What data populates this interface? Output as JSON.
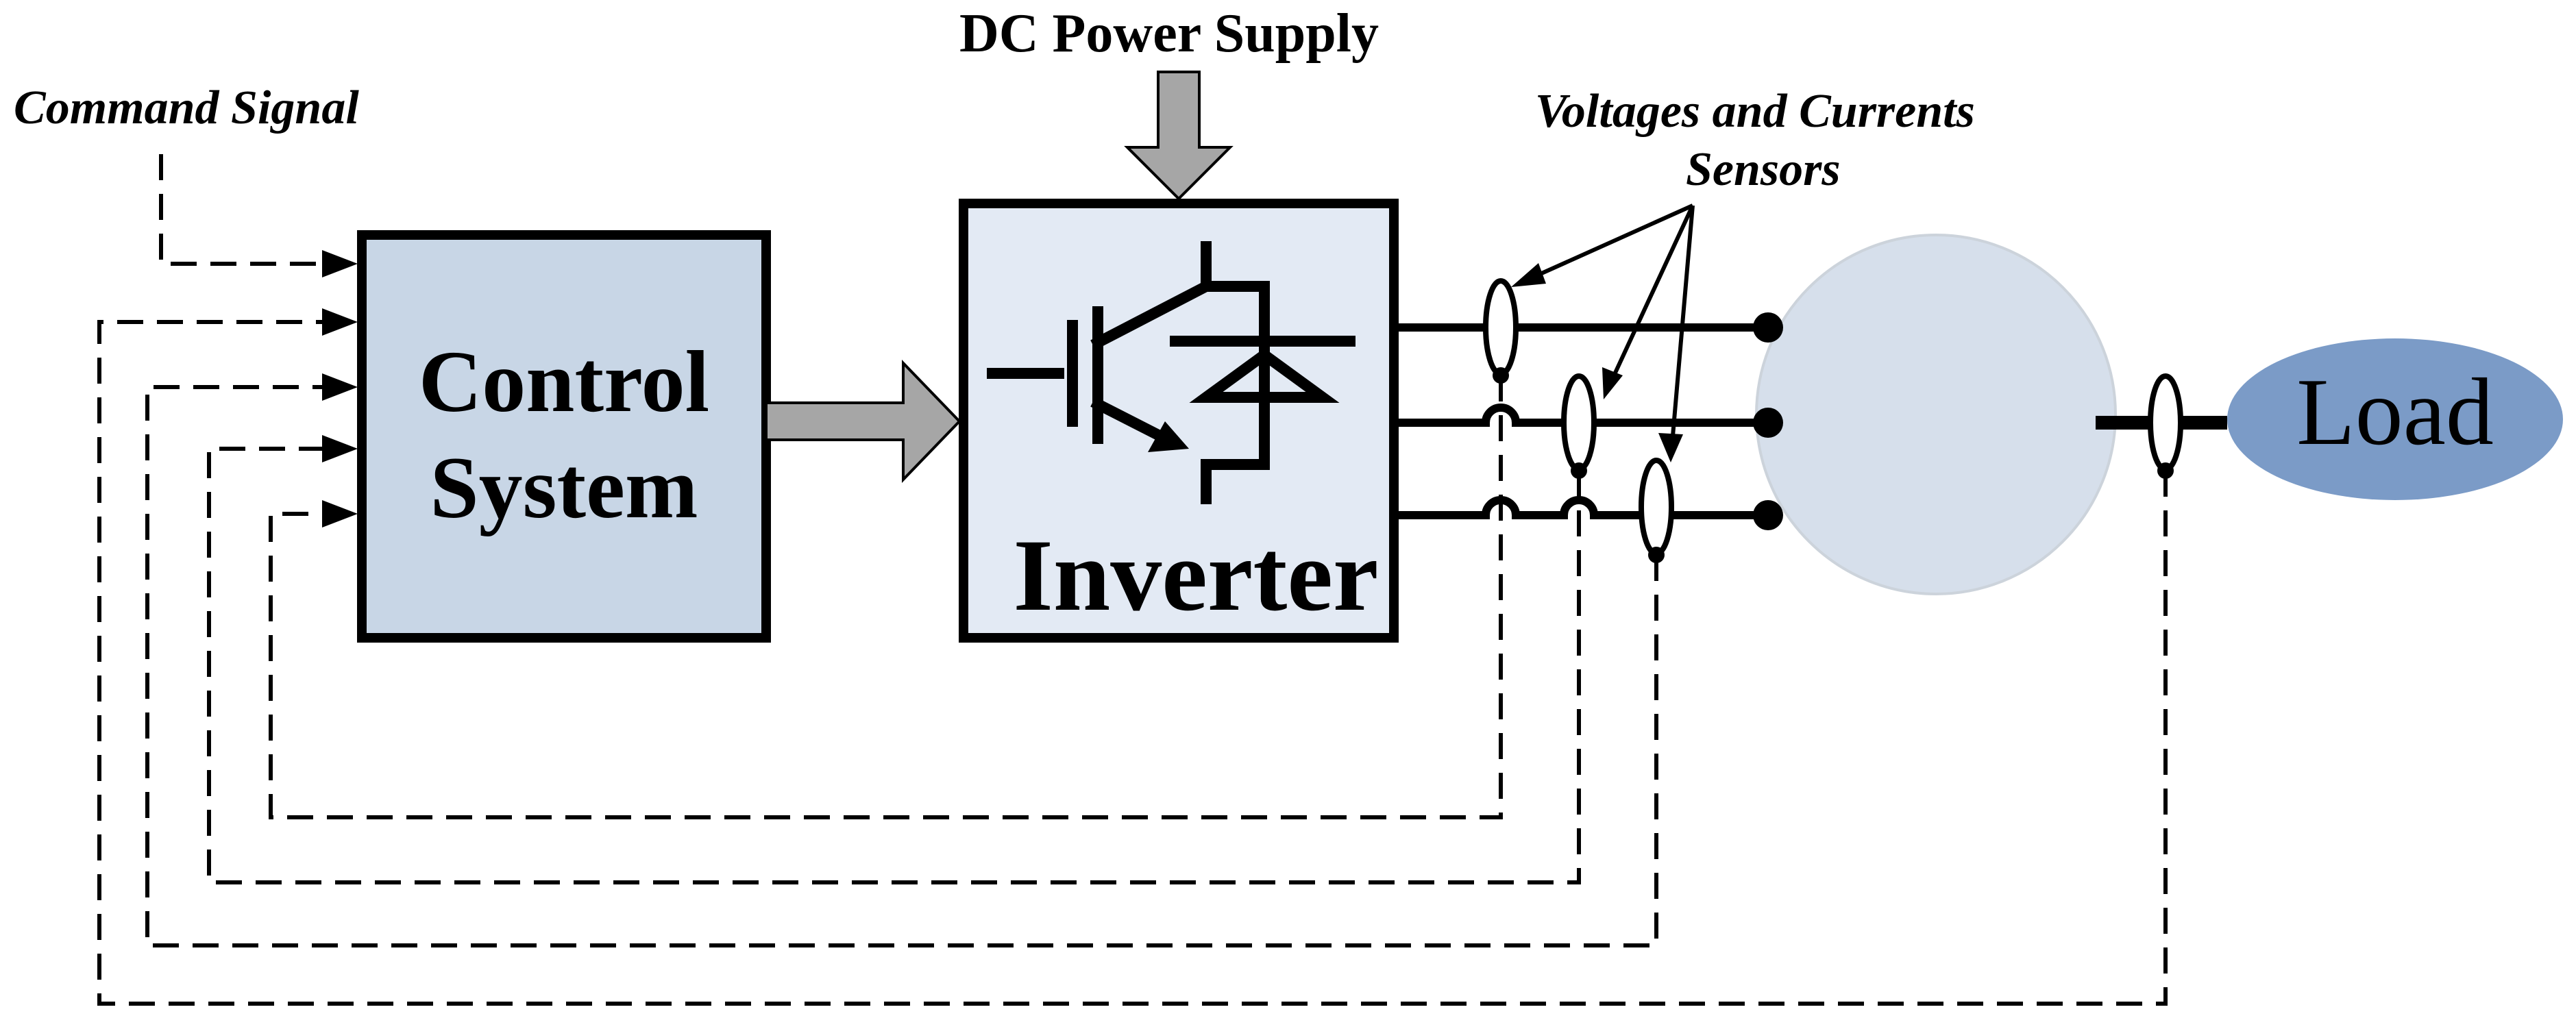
{
  "labels": {
    "command_signal": "Command Signal",
    "dc_power_supply": "DC Power Supply",
    "sensors_line1": "Voltages and Currents",
    "sensors_line2": "Sensors",
    "control_line1": "Control",
    "control_line2": "System",
    "inverter": "Inverter",
    "load": "Load"
  },
  "colors": {
    "control_fill": "#c8d6e6",
    "inverter_fill": "#e3eaf4",
    "motor_fill": "#d6dfeb",
    "load_fill": "#7b9bc7",
    "arrow_fill": "#a6a6a6",
    "line": "#000000"
  }
}
